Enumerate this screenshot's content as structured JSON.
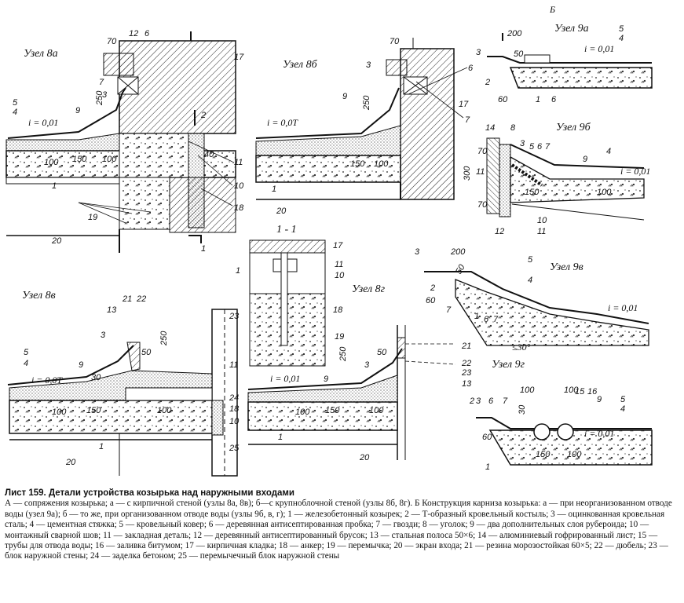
{
  "nodes": {
    "n8a": "Узел 8а",
    "n8b": "Узел 8б",
    "n8v": "Узел 8в",
    "n8g": "Узел 8г",
    "n9a": "Узел 9а",
    "n9b": "Узел 9б",
    "n9v": "Узел 9в",
    "n9g": "Узел 9г",
    "s11": "1 - 1"
  },
  "marks": {
    "slope": "i = 0,01",
    "slope2": "i = 0,0T",
    "angle": "≤30°",
    "b": "Б",
    "ratio_top": "5",
    "ratio_bot": "4"
  },
  "dims": [
    "70",
    "250",
    "100",
    "150",
    "300",
    "200",
    "50",
    "60",
    "30",
    "40"
  ],
  "callouts": [
    "1",
    "2",
    "3",
    "4",
    "5",
    "6",
    "7",
    "8",
    "9",
    "10",
    "11",
    "12",
    "13",
    "14",
    "15",
    "16",
    "17",
    "18",
    "19",
    "20",
    "21",
    "22",
    "23",
    "24",
    "25"
  ],
  "caption": {
    "title": "Лист 159. Детали устройства козырька над наружными входами",
    "text": "А — сопряжения козырька; а — с кирпичной стеной (узлы 8а, 8в); б—с крупноблочной стеной (узлы 8б, 8г). Б Конструкция карниза козырька: а — при неорганизованном отводе воды (узел 9а); б — то же, при организованном отводе воды (узлы 9б, в, г); 1 — железобетонный козырек; 2 — Т-образный кровельный костыль; 3 — оцинкованная кровельная сталь; 4 — цементная стяжка; 5 — кровельный ковер; 6 — деревянная антисептированная пробка; 7 — гвозди; 8 — уголок; 9 — два дополнительных слоя рубероида; 10 — монтажный сварной шов; 11 — закладная деталь; 12 — деревянный антисептированный брусок; 13 — стальная полоса 50×6; 14 — алюминиевый гофрированный лист; 15 — трубы для отвода воды; 16 — заливка битумом; 17 — кирпичная кладка; 18 — анкер; 19 — перемычка; 20 — экран входа; 21 — резина морозостойкая 60×5; 22 — дюбель; 23 — блок наружной стены; 24 — заделка бетоном; 25 — перемычечный блок наружной стены"
  }
}
